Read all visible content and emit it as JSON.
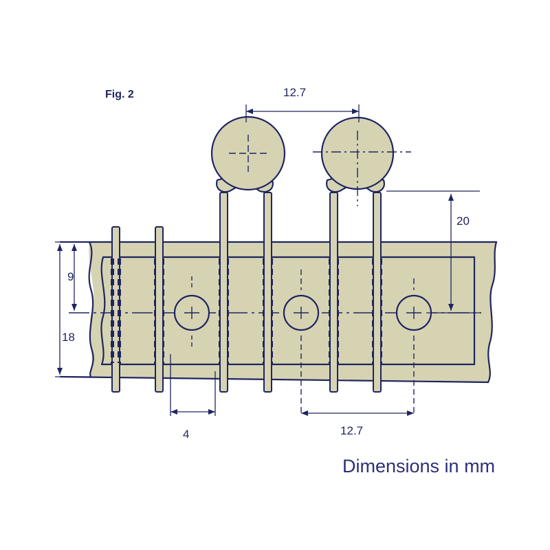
{
  "figure": {
    "title": "Fig. 2",
    "footnote": "Dimensions in mm"
  },
  "dimensions": {
    "lead_spacing": "12.7",
    "height_above_holes": "20",
    "hole_to_tape_edge": "9",
    "tape_width": "18",
    "hole_offset": "4",
    "hole_pitch": "12.7"
  },
  "colors": {
    "ink": "#1f2460",
    "paper": "#d6d3b3"
  }
}
